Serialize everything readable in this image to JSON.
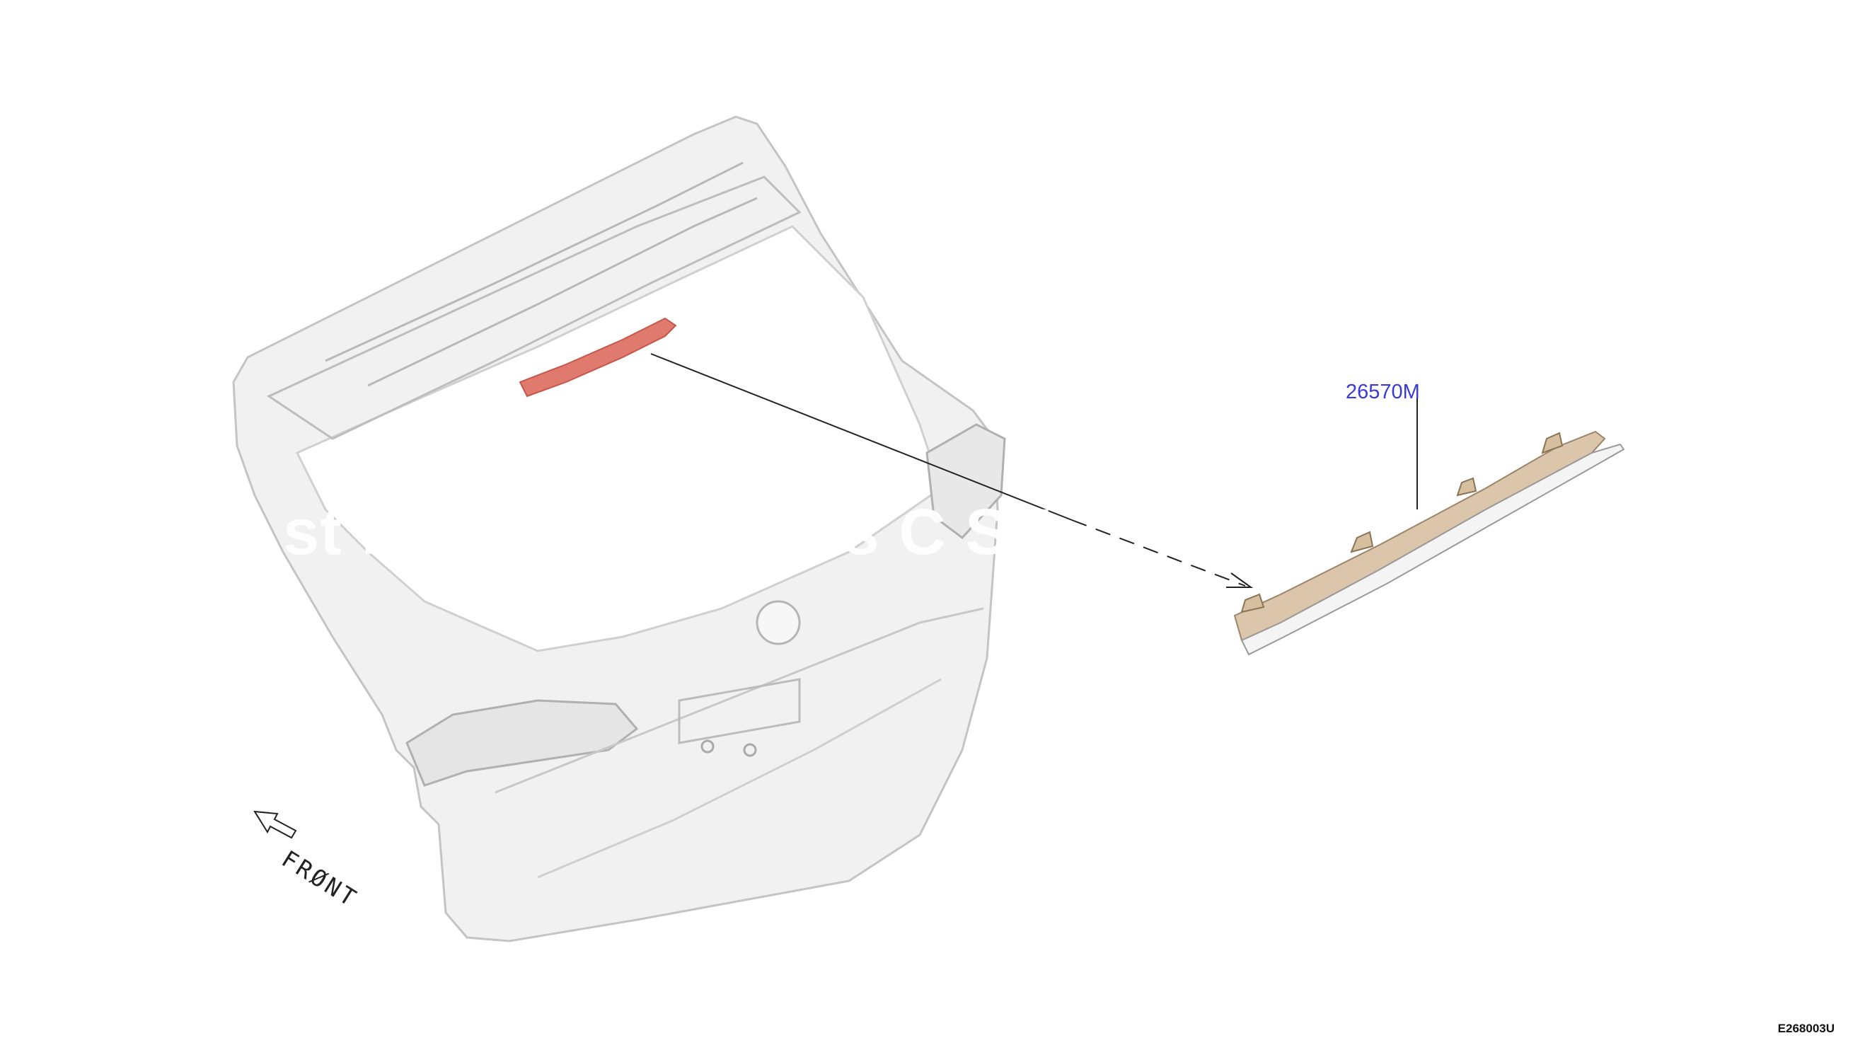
{
  "callouts": {
    "part_number": "26570M"
  },
  "direction": {
    "front_label": "FRØNT"
  },
  "footer": {
    "diagram_code": "E268003U"
  },
  "watermark": {
    "text": "st Point Auto Parts C     ST"
  },
  "colors": {
    "callout_text": "#3a3ad8",
    "highlight_part": "#e07a6e",
    "lamp_body": "#d8c3a8",
    "tailgate_outline": "#c8c8c8"
  },
  "icons": [
    "front-arrow-icon"
  ]
}
